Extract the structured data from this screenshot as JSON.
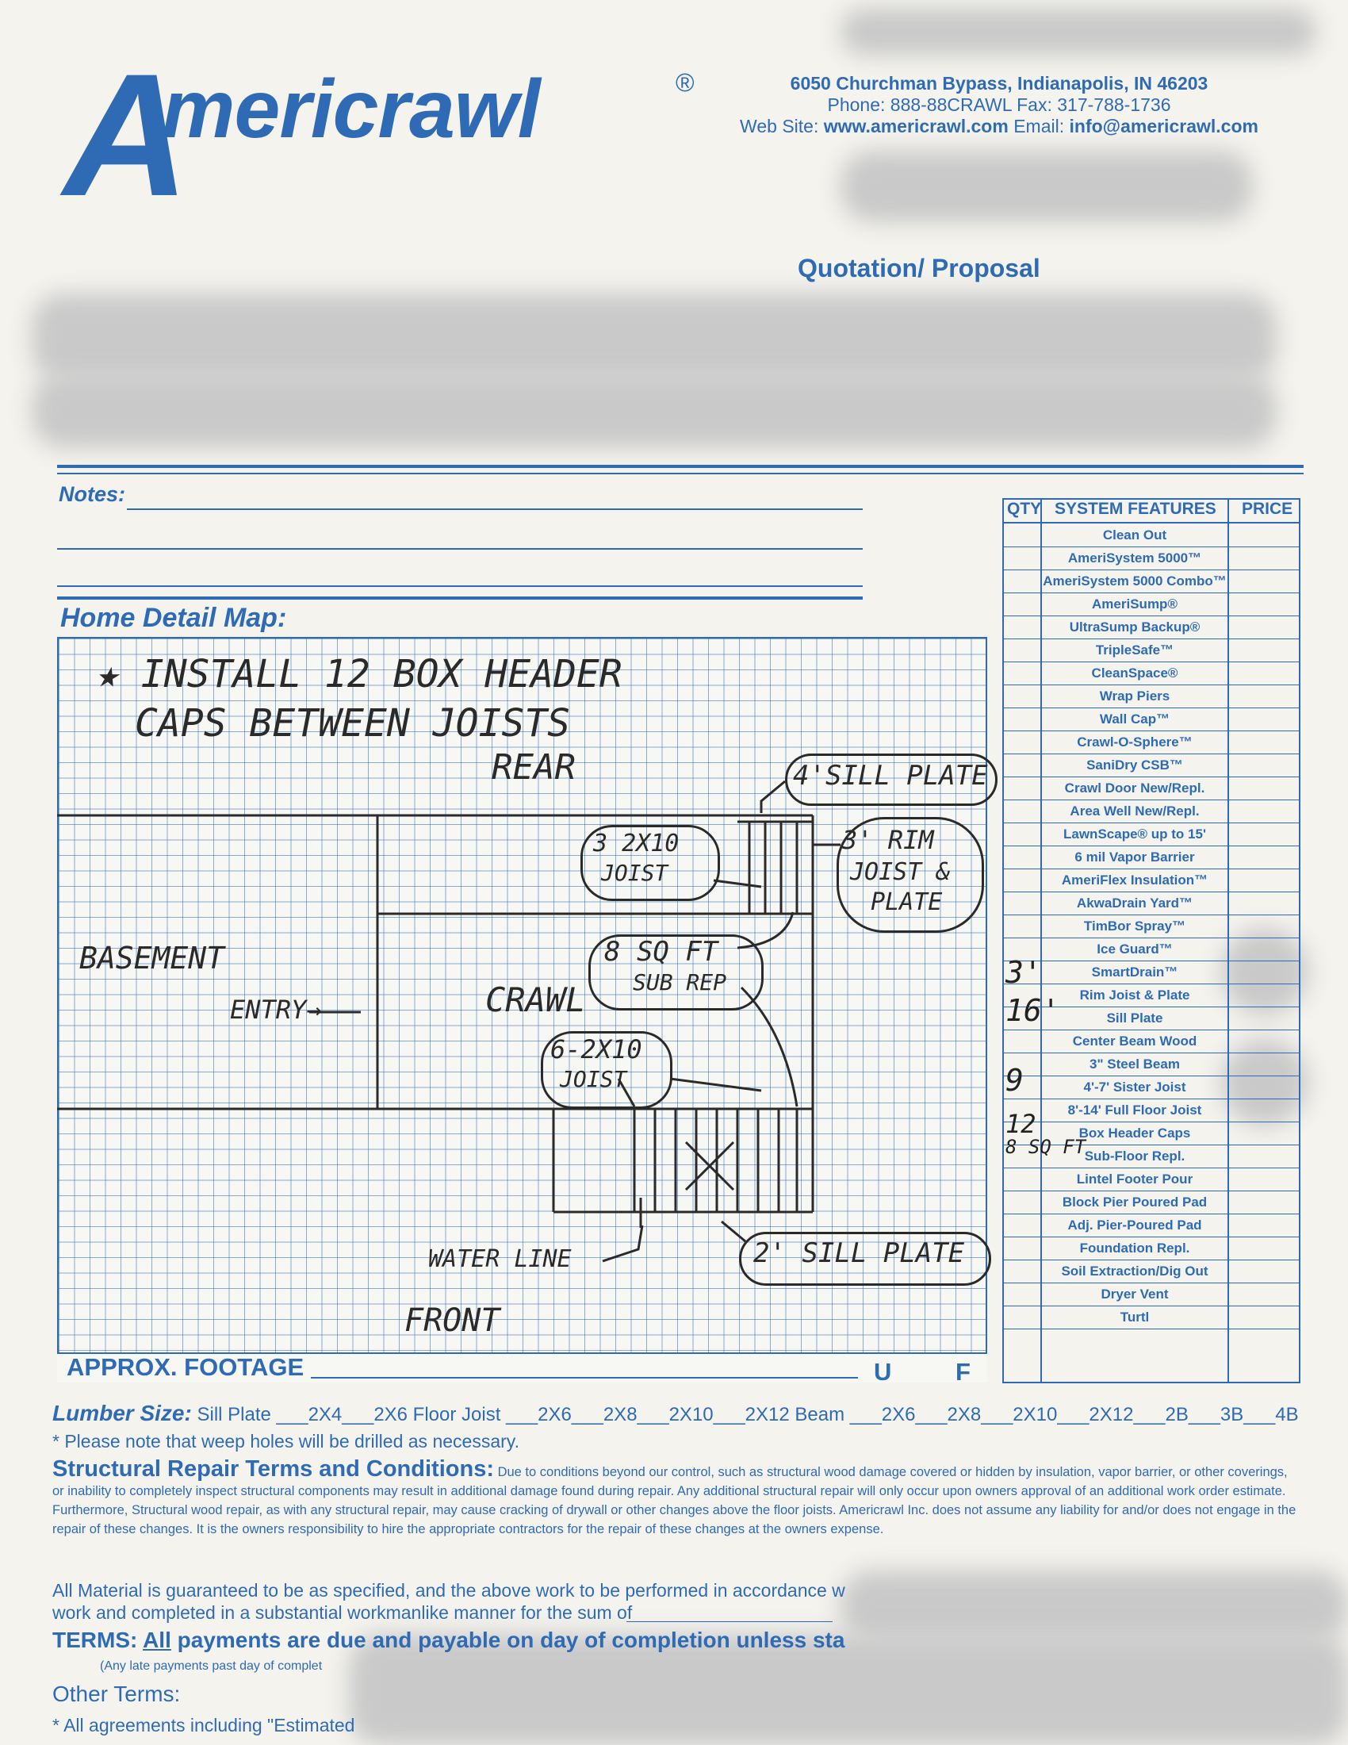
{
  "company": {
    "logo_letter": "A",
    "logo_rest": "mericrawl",
    "logo_reg": "®",
    "address": "6050 Churchman Bypass, Indianapolis, IN 46203",
    "phone_line": "Phone: 888-88CRAWL   Fax: 317-788-1736",
    "web_label": "Web Site: ",
    "web": "www.americrawl.com",
    "email_label": "  Email: ",
    "email": "info@americrawl.com"
  },
  "doc_title": "Quotation/ Proposal",
  "notes_label": "Notes:",
  "map_label": "Home Detail Map:",
  "sketch": {
    "line1": "INSTALL 12 BOX HEADER",
    "line2": "CAPS BETWEEN JOISTS",
    "star": "★",
    "rear": "REAR",
    "basement": "BASEMENT",
    "entry": "ENTRY→",
    "crawl": "CRAWL",
    "water_line": "WATER LINE",
    "front": "FRONT",
    "sill4": "4'SILL PLATE",
    "rim3_a": "3' RIM",
    "rim3_b": "JOIST &",
    "rim3_c": "PLATE",
    "joist3_a": "3 2X10",
    "joist3_b": "JOIST",
    "sub8_a": "8 SQ FT",
    "sub8_b": "SUB REP",
    "joist6_a": "6-2X10",
    "joist6_b": "JOIST",
    "sill2": "2' SILL PLATE"
  },
  "approx_footage": "APPROX. FOOTAGE",
  "u_label": "U",
  "f_label": "F",
  "table": {
    "h_qty": "QTY",
    "h_features": "SYSTEM FEATURES",
    "h_price": "PRICE",
    "features": [
      "Clean Out",
      "AmeriSystem 5000™",
      "AmeriSystem 5000 Combo™",
      "AmeriSump®",
      "UltraSump Backup®",
      "TripleSafe™",
      "CleanSpace®",
      "Wrap Piers",
      "Wall Cap™",
      "Crawl-O-Sphere™",
      "SaniDry CSB™",
      "Crawl Door New/Repl.",
      "Area Well New/Repl.",
      "LawnScape® up to 15'",
      "6 mil Vapor Barrier",
      "AmeriFlex Insulation™",
      "AkwaDrain Yard™",
      "TimBor Spray™",
      "Ice Guard™",
      "SmartDrain™",
      "Rim Joist & Plate",
      "Sill Plate",
      "Center Beam Wood",
      "3\" Steel Beam",
      "4'-7' Sister Joist",
      "8'-14' Full Floor Joist",
      "Box Header Caps",
      "Sub-Floor Repl.",
      "Lintel Footer Pour",
      "Block Pier Poured Pad",
      "Adj. Pier-Poured Pad",
      "Foundation Repl.",
      "Soil Extraction/Dig Out",
      "Dryer Vent",
      "Turtl"
    ],
    "qty_rim": "3'",
    "qty_sill": "16'",
    "qty_sister": "9",
    "qty_box": "12",
    "qty_sub": "8 SQ FT"
  },
  "lumber": {
    "title": "Lumber Size:",
    "text": "  Sill Plate ___2X4___2X6    Floor Joist ___2X6___2X8___2X10___2X12    Beam ___2X6___2X8___2X10___2X12___2B___3B___4B",
    "note": "* Please note that weep holes will be drilled as necessary."
  },
  "structural": {
    "title": "Structural Repair Terms and Conditions:",
    "body": "Due to conditions beyond our control, such as structural wood damage covered or hidden by insulation, vapor barrier, or other coverings, or inability to completely inspect structural components may result in additional damage found during repair.  Any additional structural repair will only occur upon owners approval of an additional work order estimate.  Furthermore, Structural wood repair, as with any structural repair, may cause cracking of drywall or other changes above the floor joists.  Americrawl Inc. does not assume any liability for and/or does not engage in the repair of these changes.  It is the owners responsibility to hire the appropriate contractors for the repair of these changes at the owners expense."
  },
  "material": {
    "line1": "All Material is guaranteed to be as specified, and the above work to be performed in accordance w",
    "line2": "work and completed in a substantial workmanlike manner for the sum of"
  },
  "terms": {
    "title": "TERMS: ",
    "all": "All",
    "text": " payments are due and payable on day of completion unless sta",
    "late": "(Any late payments past day of complet"
  },
  "other_terms": "Other Terms:",
  "agreements": "* All agreements including \"Estimated"
}
